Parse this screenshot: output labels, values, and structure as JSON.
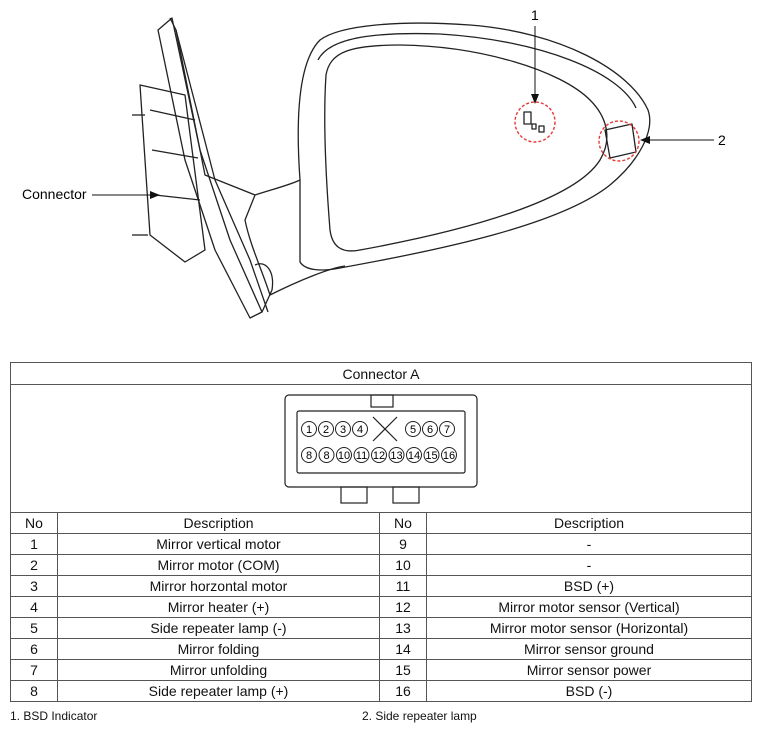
{
  "figure": {
    "connector_label": "Connector",
    "callout_1": "1",
    "callout_2": "2"
  },
  "table": {
    "title": "Connector A",
    "pins_top": [
      "1",
      "2",
      "3",
      "4",
      "5",
      "6",
      "7"
    ],
    "pins_bottom": [
      "8",
      "8",
      "10",
      "11",
      "12",
      "13",
      "14",
      "15",
      "16"
    ],
    "header": {
      "no_left": "No",
      "desc_left": "Description",
      "no_right": "No",
      "desc_right": "Description"
    },
    "rows": [
      {
        "no_left": "1",
        "desc_left": "Mirror vertical motor",
        "no_right": "9",
        "desc_right": "-"
      },
      {
        "no_left": "2",
        "desc_left": "Mirror motor (COM)",
        "no_right": "10",
        "desc_right": "-"
      },
      {
        "no_left": "3",
        "desc_left": "Mirror horzontal motor",
        "no_right": "11",
        "desc_right": "BSD (+)"
      },
      {
        "no_left": "4",
        "desc_left": "Mirror heater (+)",
        "no_right": "12",
        "desc_right": "Mirror motor sensor (Vertical)"
      },
      {
        "no_left": "5",
        "desc_left": "Side repeater lamp (-)",
        "no_right": "13",
        "desc_right": "Mirror motor sensor (Horizontal)"
      },
      {
        "no_left": "6",
        "desc_left": "Mirror folding",
        "no_right": "14",
        "desc_right": "Mirror sensor ground"
      },
      {
        "no_left": "7",
        "desc_left": "Mirror unfolding",
        "no_right": "15",
        "desc_right": "Mirror sensor power"
      },
      {
        "no_left": "8",
        "desc_left": "Side repeater lamp (+)",
        "no_right": "16",
        "desc_right": "BSD (-)"
      }
    ]
  },
  "notes": {
    "note_1": "1. BSD Indicator",
    "note_2": "2. Side repeater lamp"
  }
}
